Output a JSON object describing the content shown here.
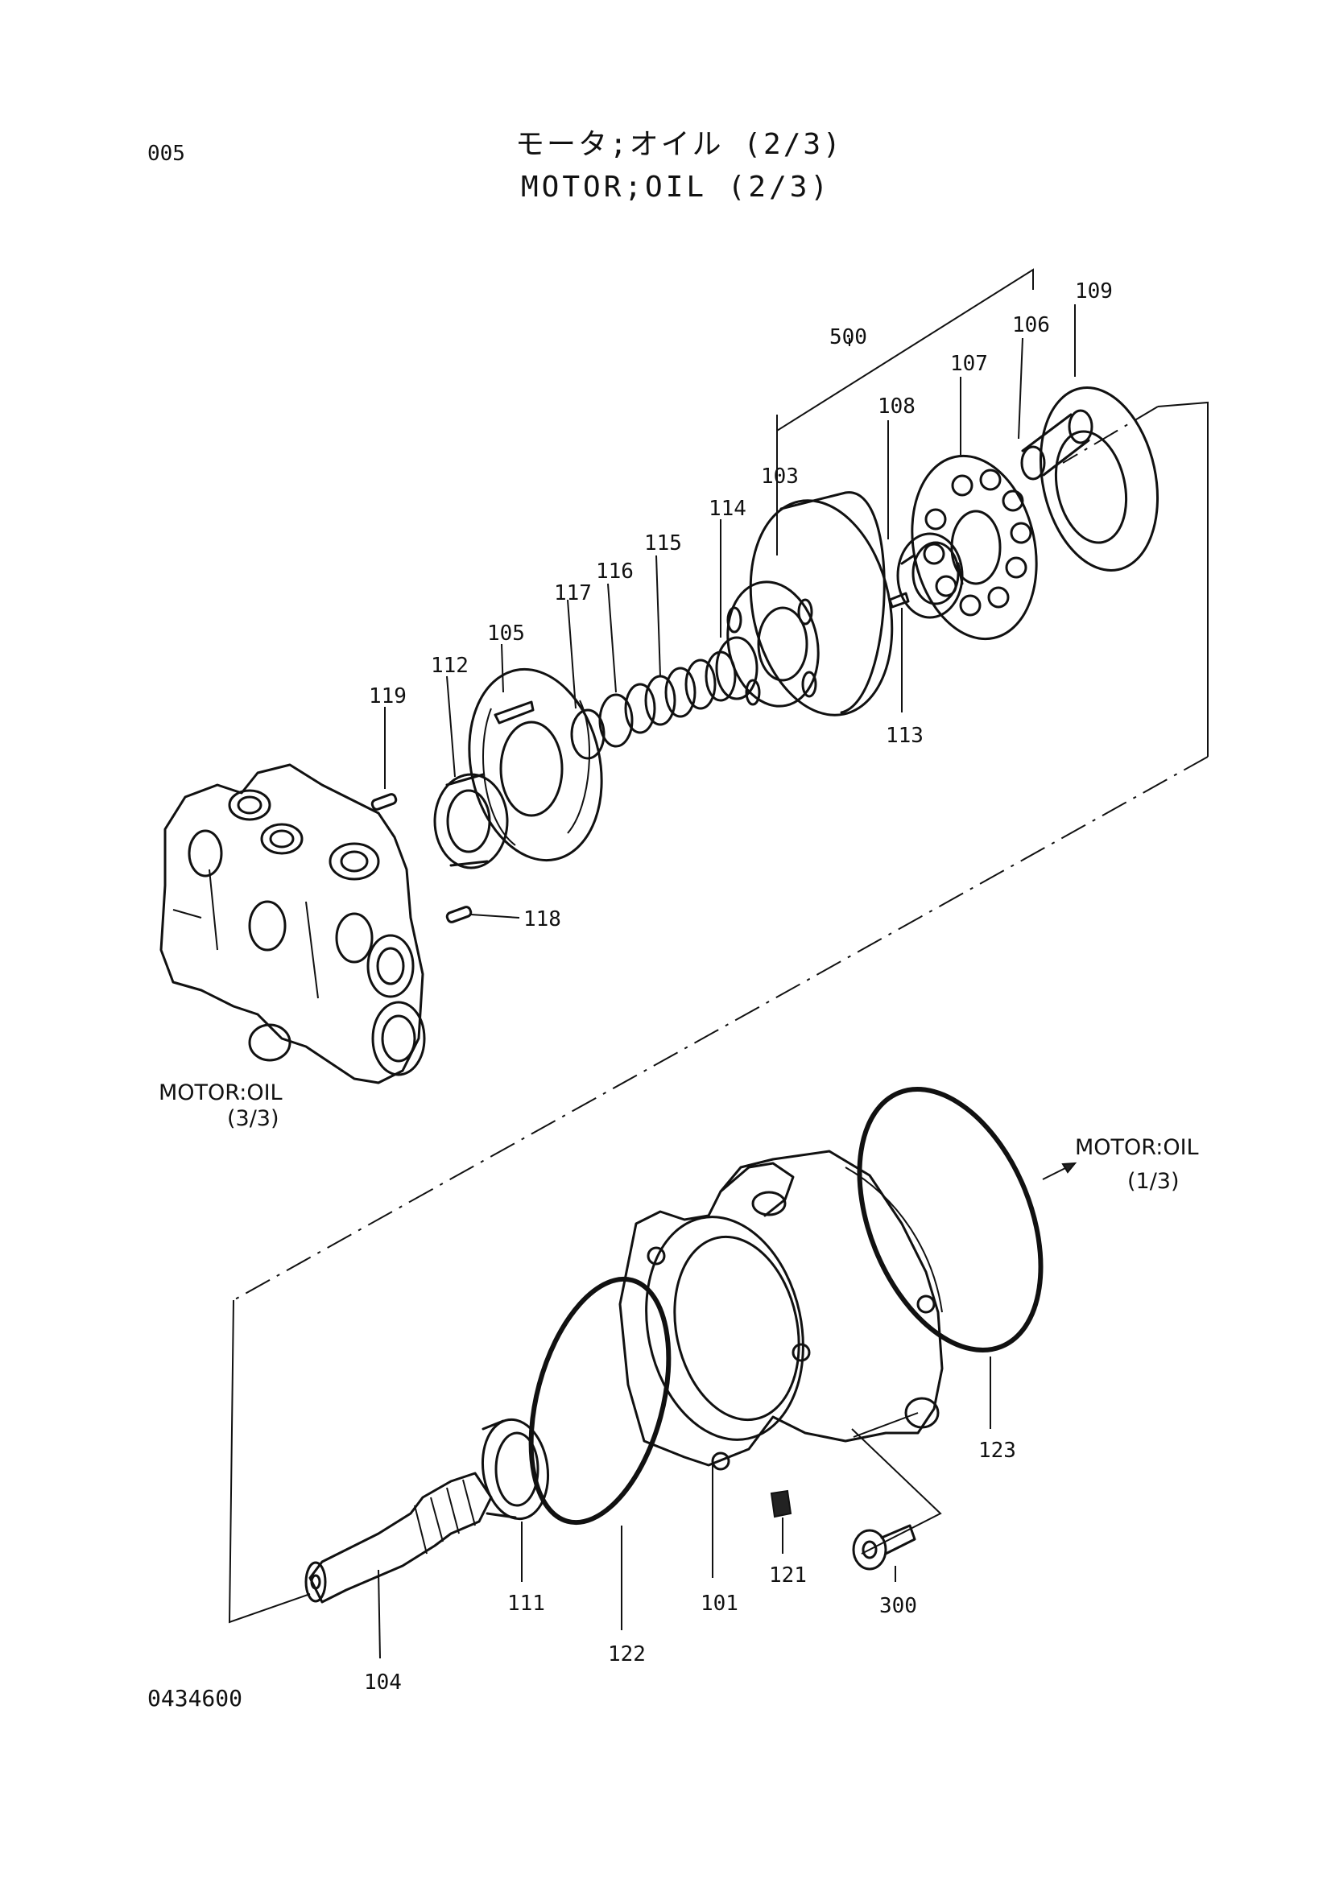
{
  "header": {
    "page_code": "005",
    "title_jp": "モータ;オイル (2/3)",
    "title_en": "MOTOR;OIL (2/3)"
  },
  "footer": {
    "drawing_number": "0434600"
  },
  "cross_refs": {
    "left": [
      "MOTOR:OIL",
      "(3/3)"
    ],
    "right": [
      "MOTOR:OIL",
      "(1/3)"
    ]
  },
  "callouts": {
    "c500": "500",
    "c109": "109",
    "c106": "106",
    "c107": "107",
    "c108": "108",
    "c103": "103",
    "c114": "114",
    "c115": "115",
    "c116": "116",
    "c117": "117",
    "c105": "105",
    "c112": "112",
    "c119": "119",
    "c113": "113",
    "c118": "118",
    "c123": "123",
    "c101": "101",
    "c121": "121",
    "c300": "300",
    "c111": "111",
    "c122": "122",
    "c104": "104"
  }
}
